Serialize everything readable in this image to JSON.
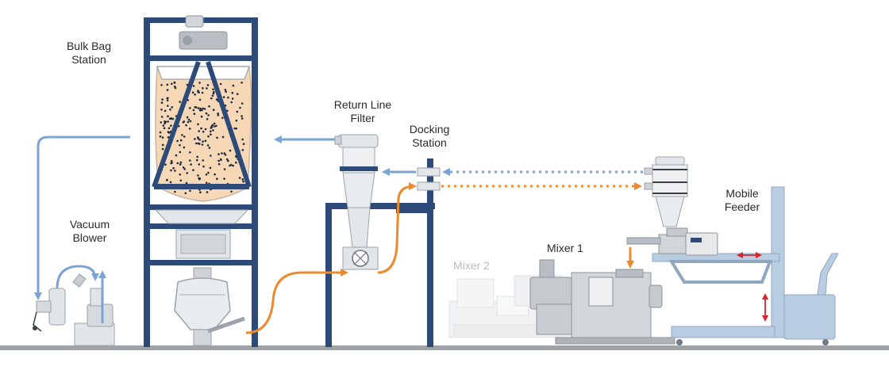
{
  "labels": {
    "bulk_bag_station": [
      "Bulk Bag",
      "Station"
    ],
    "vacuum_blower": [
      "Vacuum",
      "Blower"
    ],
    "return_line_filter": [
      "Return Line",
      "Filter"
    ],
    "docking_station": [
      "Docking",
      "Station"
    ],
    "mobile_feeder": [
      "Mobile",
      "Feeder"
    ],
    "mixer_1": "Mixer 1",
    "mixer_2": "Mixer 2"
  },
  "colors": {
    "frame": "#2e4a78",
    "air_line": "#7aa4d6",
    "material_line": "#ec8a2e",
    "material_fill": "#f6d7b6",
    "machine_light": "#d2d6da",
    "machine_mid": "#b9bec4",
    "feeder_frame": "#a9bfd6",
    "adjust_arrow": "#d9232a",
    "floor": "#8f9499"
  },
  "icons": [
    "bulk-bag-station-frame",
    "vacuum-blower-unit",
    "return-line-filter-unit",
    "docking-station-post",
    "mixer-1-machine",
    "mixer-2-machine",
    "mobile-feeder-cart",
    "vacuum-receiver",
    "adjust-arrow-icon"
  ]
}
